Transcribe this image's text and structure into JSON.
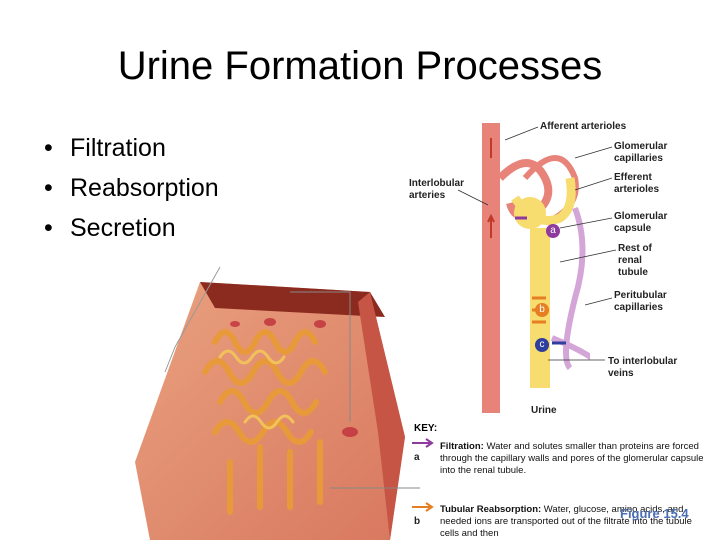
{
  "slide": {
    "title": "Urine Formation Processes",
    "bullets": [
      "Filtration",
      "Reabsorption",
      "Secretion"
    ]
  },
  "diagram": {
    "labels": {
      "afferent": "Afferent arterioles",
      "glomerular_capillaries": "Glomerular capillaries",
      "efferent": "Efferent arterioles",
      "glomerular_capsule": "Glomerular capsule",
      "rest_tubule": "Rest of renal tubule",
      "peritubular": "Peritubular capillaries",
      "interlobular_arteries": "Interlobular arteries",
      "interlobular_veins": "To interlobular veins",
      "urine": "Urine",
      "marker_a": "a",
      "marker_b": "b",
      "marker_c": "c"
    },
    "key": {
      "title": "KEY:",
      "filtration_title": "Filtration:",
      "filtration_text": "Water and solutes smaller than proteins are forced through the capillary walls and pores of the glomerular capsule into the renal tubule.",
      "reabsorption_title": "Tubular Reabsorption:",
      "reabsorption_text": "Water, glucose, amino acids, and needed ions are transported out of the filtrate into the tubule cells and then",
      "letter_a": "a",
      "letter_b": "b"
    },
    "figure_label": "Figure 15.4",
    "colors": {
      "artery": "#e8837a",
      "tubule": "#f7dc6f",
      "vein": "#d4a6d8",
      "filtration_arrow": "#8e3a9e",
      "reabsorption_arrow": "#e67e22",
      "secretion_arrow": "#2e3f9e"
    }
  }
}
